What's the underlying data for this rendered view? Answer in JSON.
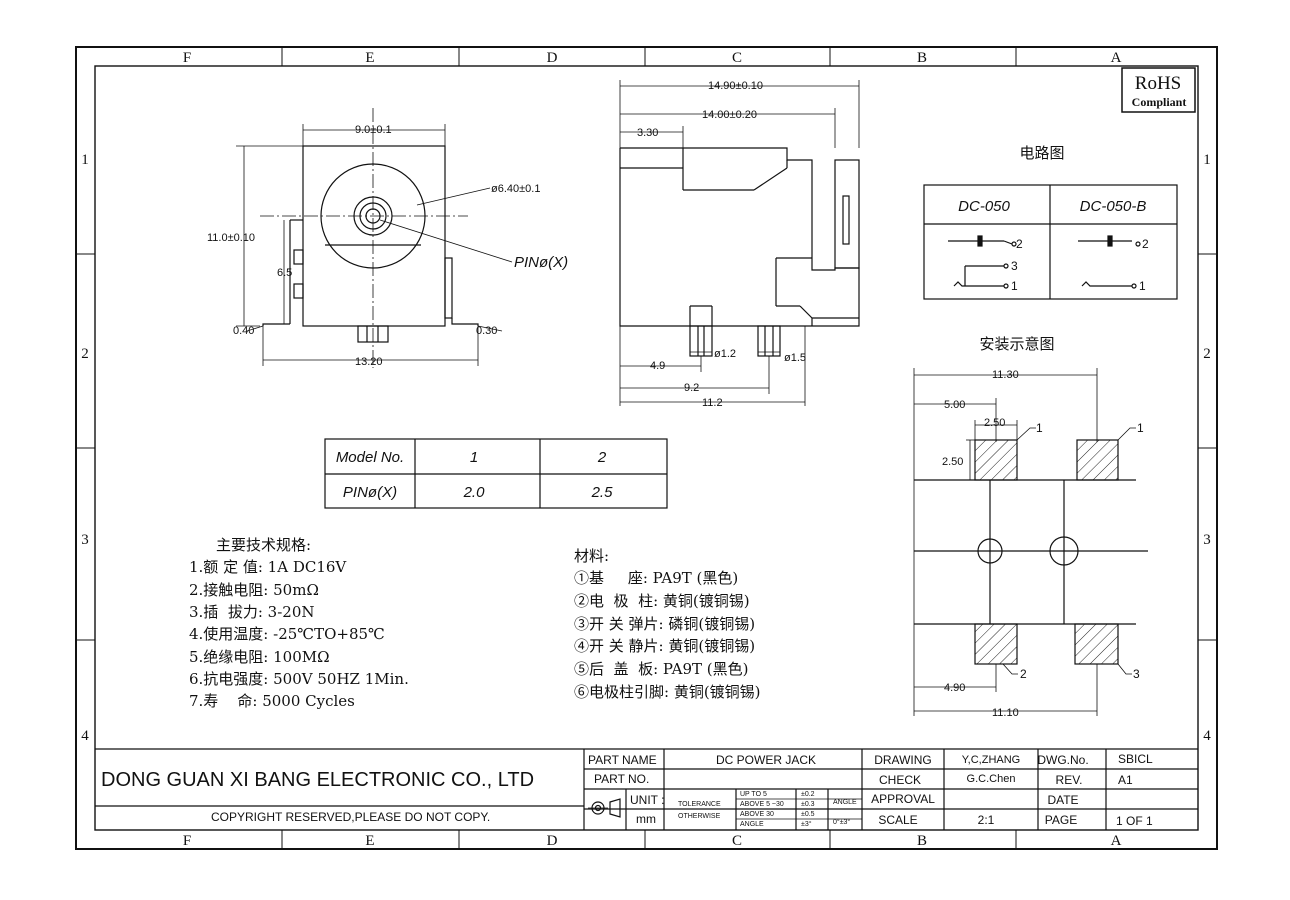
{
  "border": {
    "columns": [
      "F",
      "E",
      "D",
      "C",
      "B",
      "A"
    ],
    "rows": [
      "1",
      "2",
      "3",
      "4"
    ]
  },
  "rohs": {
    "line1": "RoHS",
    "line2": "Compliant"
  },
  "front_view": {
    "dim_width": "9.0±0.1",
    "dim_diameter": "ø6.40±0.1",
    "dim_height": "11.0±0.10",
    "dim_side": "6.5",
    "dim_pin": "PINø(X)",
    "dim_left": "0.40",
    "dim_right": "0.30",
    "dim_base": "13.20"
  },
  "side_view": {
    "dim_total": "14.90±0.10",
    "dim_body": "14.00±0.20",
    "dim_front": "3.30",
    "dim_hole1": "ø1.2",
    "dim_hole2": "ø1.5",
    "dim_a": "4.9",
    "dim_b": "9.2",
    "dim_c": "11.2"
  },
  "model_table": {
    "header": [
      "Model No.",
      "1",
      "2"
    ],
    "row": [
      "PINø(X)",
      "2.0",
      "2.5"
    ]
  },
  "specs": {
    "title": "主要技术规格:",
    "items": [
      "1.额 定 值: 1A DC16V",
      "2.接触电阻: 50mΩ",
      "3.插  拔力: 3-20N",
      "4.使用温度: -25℃TO+85℃",
      "5.绝缘电阻: 100MΩ",
      "6.抗电强度: 500V 50HZ 1Min.",
      "7.寿    命: 5000 Cycles"
    ]
  },
  "materials": {
    "title": "材料:",
    "items": [
      "①基     座: PA9T (黑色)",
      "②电  极  柱: 黄铜(镀铜锡)",
      "③开 关 弹片: 磷铜(镀铜锡)",
      "④开 关 静片: 黄铜(镀铜锡)",
      "⑤后  盖  板: PA9T (黑色)",
      "⑥电极柱引脚: 黄铜(镀铜锡)"
    ]
  },
  "circuit": {
    "title": "电路图",
    "model_a": "DC-050",
    "model_b": "DC-050-B",
    "pins_a": [
      "2",
      "3",
      "1"
    ],
    "pins_b": [
      "2",
      "1"
    ]
  },
  "install": {
    "title": "安装示意图",
    "dim_total_top": "11.30",
    "dim_offset_top": "5.00",
    "dim_pad_w": "2.50",
    "dim_pad_h": "2.50",
    "dim_offset_bottom": "4.90",
    "dim_total_bottom": "11.10",
    "callouts": [
      "1",
      "1",
      "2",
      "3"
    ]
  },
  "title_block": {
    "company": "DONG GUAN XI BANG ELECTRONIC CO., LTD",
    "copyright": "COPYRIGHT RESERVED,PLEASE DO NOT COPY.",
    "part_name_label": "PART NAME",
    "part_name": "DC POWER JACK",
    "part_no_label": "PART NO.",
    "part_no": "",
    "unit_label": "UNIT :",
    "unit": "mm",
    "tolerance_label": "TOLERANCE",
    "otherwise_label": "OTHERWISE",
    "tol_rows": [
      {
        "range": "UP TO 5",
        "tol": "±0.2"
      },
      {
        "range": "ABOVE 5 ~30",
        "tol": "±0.3"
      },
      {
        "range": "ABOVE 30",
        "tol": "±0.5"
      }
    ],
    "angle_row_label": "ANGLE",
    "angle_row_tol": "±3°",
    "angle_label": "ANGLE",
    "angle_value": "0°±3°",
    "drawing_label": "DRAWING",
    "drawing_by": "Y,C,ZHANG",
    "check_label": "CHECK",
    "check_by": "G.C.Chen",
    "approval_label": "APPROVAL",
    "approval_by": "",
    "scale_label": "SCALE",
    "scale": "2:1",
    "dwg_label": "DWG.No.",
    "dwg_no": "SBICL",
    "rev_label": "REV.",
    "rev": "A1",
    "date_label": "DATE",
    "date": "",
    "page_label": "PAGE",
    "page": "1 OF 1"
  }
}
